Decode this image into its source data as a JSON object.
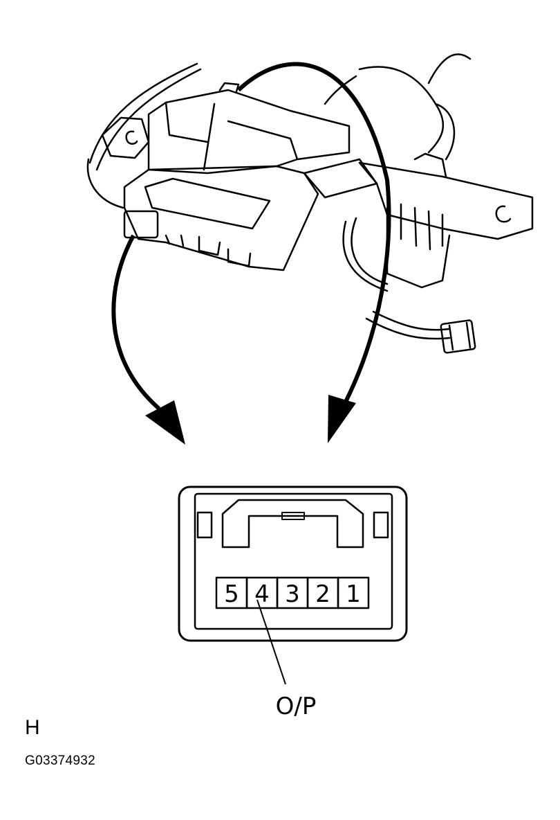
{
  "connector": {
    "pins": [
      "5",
      "4",
      "3",
      "2",
      "1"
    ],
    "callout_label": "O/P"
  },
  "view_letter": "H",
  "figure_code": "G03374932"
}
